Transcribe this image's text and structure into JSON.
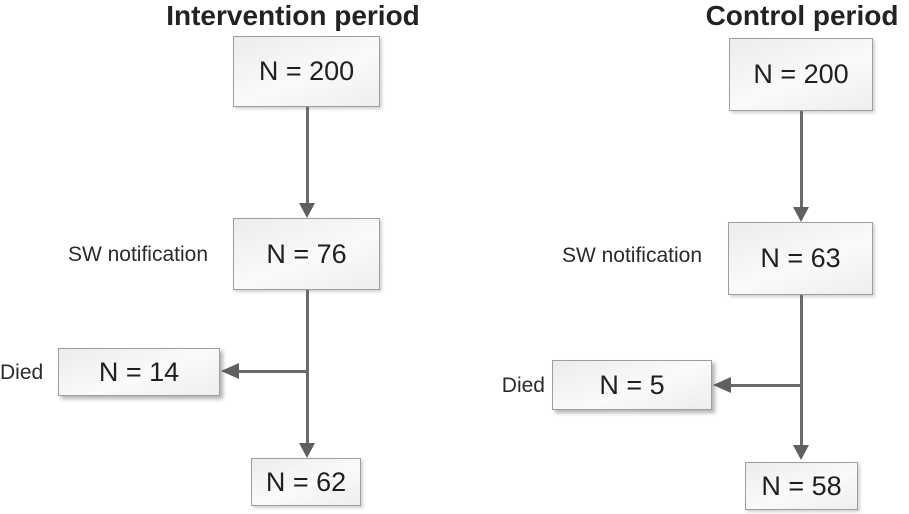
{
  "diagram": {
    "type": "flowchart",
    "description": "Two-arm participant flow diagram",
    "panels": [
      {
        "title": "Intervention period",
        "nodes": {
          "start": "N = 200",
          "notified": "N = 76",
          "died": "N = 14",
          "remaining": "N = 62"
        },
        "counts": {
          "start": 200,
          "notified": 76,
          "died": 14,
          "remaining": 62
        },
        "annotations": {
          "notification": "SW notification",
          "died": "Died"
        },
        "edges": [
          {
            "from": "start",
            "to": "notified"
          },
          {
            "from": "notified",
            "to": "died"
          },
          {
            "from": "notified",
            "to": "remaining"
          }
        ]
      },
      {
        "title": "Control period",
        "nodes": {
          "start": "N = 200",
          "notified": "N = 63",
          "died": "N = 5",
          "remaining": "N = 58"
        },
        "counts": {
          "start": 200,
          "notified": 63,
          "died": 5,
          "remaining": 58
        },
        "annotations": {
          "notification": "SW notification",
          "died": "Died"
        },
        "edges": [
          {
            "from": "start",
            "to": "notified"
          },
          {
            "from": "notified",
            "to": "died"
          },
          {
            "from": "notified",
            "to": "remaining"
          }
        ]
      }
    ],
    "style": {
      "background": "#ffffff",
      "line_color": "#6a6a6a",
      "arrowhead_color": "#606060",
      "box_border_color": "#9e9e9e",
      "box_fill_light": "#fafafa",
      "box_fill_dark": "#ececec",
      "text_color": "#1f1f1f"
    }
  }
}
